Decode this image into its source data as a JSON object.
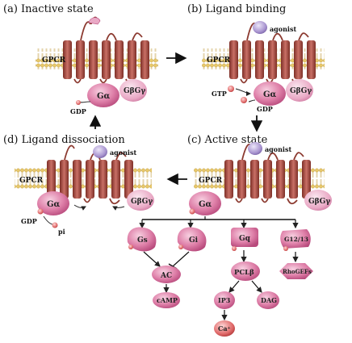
{
  "panels": {
    "a": {
      "title": "(a)  Inactive state"
    },
    "b": {
      "title": "(b)   Ligand binding"
    },
    "c": {
      "title": "(c)   Active state"
    },
    "d": {
      "title": "(d)   Ligand dissociation"
    }
  },
  "labels": {
    "gpcr": "GPCR",
    "g_alpha": "Gα",
    "g_beta_gamma": "GβGγ",
    "gdp": "GDP",
    "gtp": "GTP",
    "agonist": "agonist",
    "pi": "pi"
  },
  "effectors": {
    "gs": "Gs",
    "gi": "Gi",
    "gq": "Gq",
    "g1213": "G12/13",
    "ac": "AC",
    "plc": "PCLβ",
    "rhogef": "RhoGEFs",
    "camp": "cAMP",
    "ip3": "IP3",
    "dag": "DAG",
    "ca": "Ca⁺"
  },
  "colors": {
    "membrane": "#e8c86a",
    "helix": "#a84a3e",
    "helix_light": "#d9918a",
    "protein": "#d66a98",
    "protein_light": "#f0b6cf",
    "agonist": "#a995d0"
  }
}
